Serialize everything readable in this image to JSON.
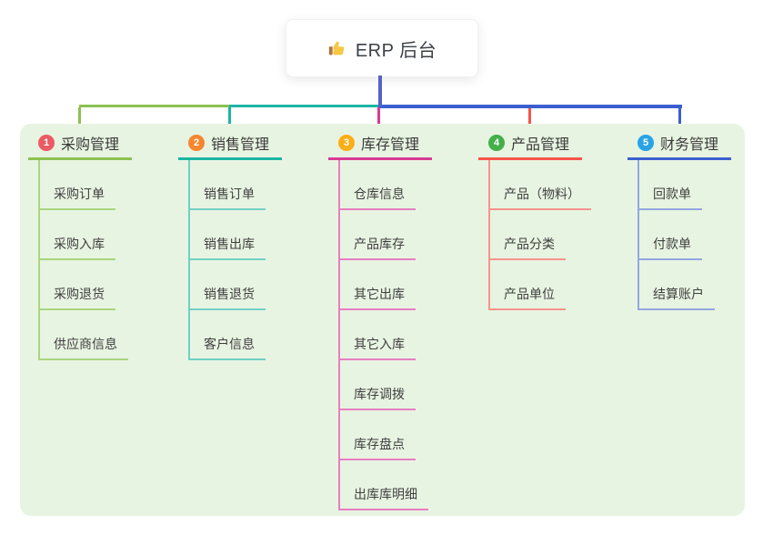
{
  "root": {
    "label": "ERP 后台",
    "icon": "thumbs-up-icon",
    "trunk_color": "#5462c8"
  },
  "canvas": {
    "background": "#e8f4e2"
  },
  "branches": [
    {
      "badge": "1",
      "label": "采购管理",
      "badge_color": "#ec5b62",
      "line_color": "#8cc152",
      "light_color": "#a9d57e",
      "children": [
        "采购订单",
        "采购入库",
        "采购退货",
        "供应商信息"
      ]
    },
    {
      "badge": "2",
      "label": "销售管理",
      "badge_color": "#f6862f",
      "line_color": "#1cb5a3",
      "light_color": "#72d0c5",
      "children": [
        "销售订单",
        "销售出库",
        "销售退货",
        "客户信息"
      ]
    },
    {
      "badge": "3",
      "label": "库存管理",
      "badge_color": "#fbae17",
      "line_color": "#d93a94",
      "light_color": "#e77fc1",
      "children": [
        "仓库信息",
        "产品库存",
        "其它出库",
        "其它入库",
        "库存调拨",
        "库存盘点",
        "出库库明细"
      ]
    },
    {
      "badge": "4",
      "label": "产品管理",
      "badge_color": "#43b04a",
      "line_color": "#f8544b",
      "light_color": "#f7948d",
      "children": [
        "产品（物料）",
        "产品分类",
        "产品单位"
      ]
    },
    {
      "badge": "5",
      "label": "财务管理",
      "badge_color": "#28a3e6",
      "line_color": "#3c5fd0",
      "light_color": "#92a7e0",
      "children": [
        "回款单",
        "付款单",
        "结算账户"
      ]
    }
  ]
}
